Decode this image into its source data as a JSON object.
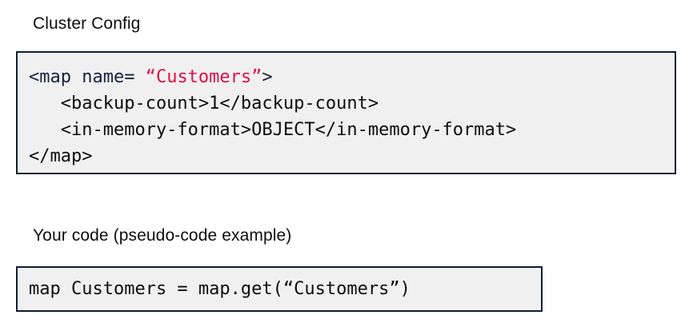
{
  "sections": [
    {
      "heading": "Cluster Config",
      "code_lines": [
        {
          "tokens": [
            {
              "text": "<map name= ",
              "style": "tag"
            },
            {
              "text": "“Customers”",
              "style": "str"
            },
            {
              "text": ">",
              "style": "tag"
            }
          ]
        },
        {
          "tokens": [
            {
              "text": "   <backup-count>1</backup-count>",
              "style": "plain"
            }
          ]
        },
        {
          "tokens": [
            {
              "text": "   <in-memory-format>OBJECT</in-memory-format>",
              "style": "plain"
            }
          ]
        },
        {
          "tokens": [
            {
              "text": "</map>",
              "style": "plain"
            }
          ]
        }
      ]
    },
    {
      "heading": "Your code (pseudo-code example)",
      "code_lines": [
        {
          "tokens": [
            {
              "text": "map Customers = map.get(“Customers”)",
              "style": "plain"
            }
          ]
        }
      ]
    }
  ],
  "colors": {
    "code_background": "#f0f0f0",
    "code_border": "#111c34",
    "tag_color": "#16233f",
    "string_color": "#e01048",
    "plain_color": "#0d0d0d",
    "page_background": "#ffffff"
  }
}
